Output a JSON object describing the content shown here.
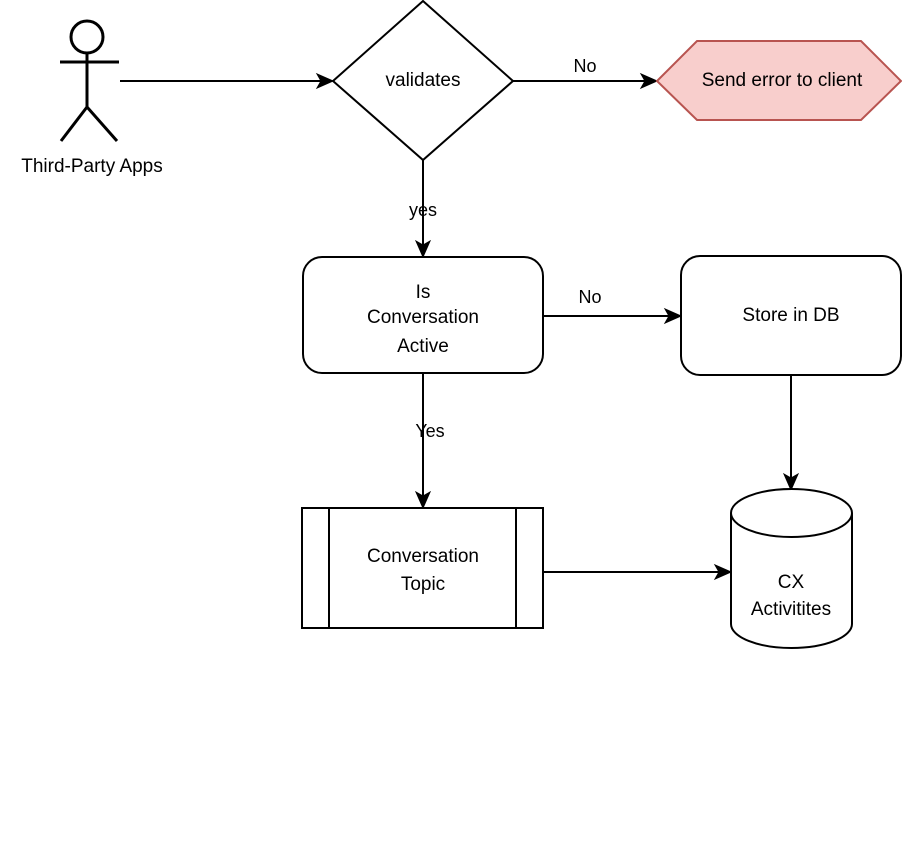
{
  "diagram": {
    "type": "flowchart",
    "title": "Third-Party Apps message validation flow",
    "background_color": "#ffffff",
    "default_stroke_color": "#000000",
    "default_text_color": "#000000"
  },
  "nodes": {
    "actor": {
      "label": "Third-Party Apps",
      "shape": "actor-stick-figure"
    },
    "validates": {
      "label": "validates",
      "shape": "diamond"
    },
    "send_error": {
      "label": "Send error to client",
      "shape": "hexagon",
      "fill_color": "#f8cecc",
      "stroke_color": "#b85450"
    },
    "is_conversation_active": {
      "label_line1": "Is",
      "label_line2": "Conversation",
      "label_line3": "Active",
      "shape": "rounded-rectangle"
    },
    "store_in_db": {
      "label": "Store in DB",
      "shape": "rounded-rectangle"
    },
    "conversation_topic": {
      "label_line1": "Conversation",
      "label_line2": "Topic",
      "shape": "predefined-process"
    },
    "cx_activities": {
      "label_line1": "CX",
      "label_line2": "Activitites",
      "shape": "cylinder-database"
    }
  },
  "edges": {
    "actor_to_validates": {
      "label": ""
    },
    "validates_to_send_error": {
      "label": "No"
    },
    "validates_to_is_active": {
      "label": "yes"
    },
    "is_active_to_store_db": {
      "label": "No"
    },
    "is_active_to_topic": {
      "label": "Yes"
    },
    "store_db_to_cx": {
      "label": ""
    },
    "topic_to_cx": {
      "label": ""
    }
  }
}
